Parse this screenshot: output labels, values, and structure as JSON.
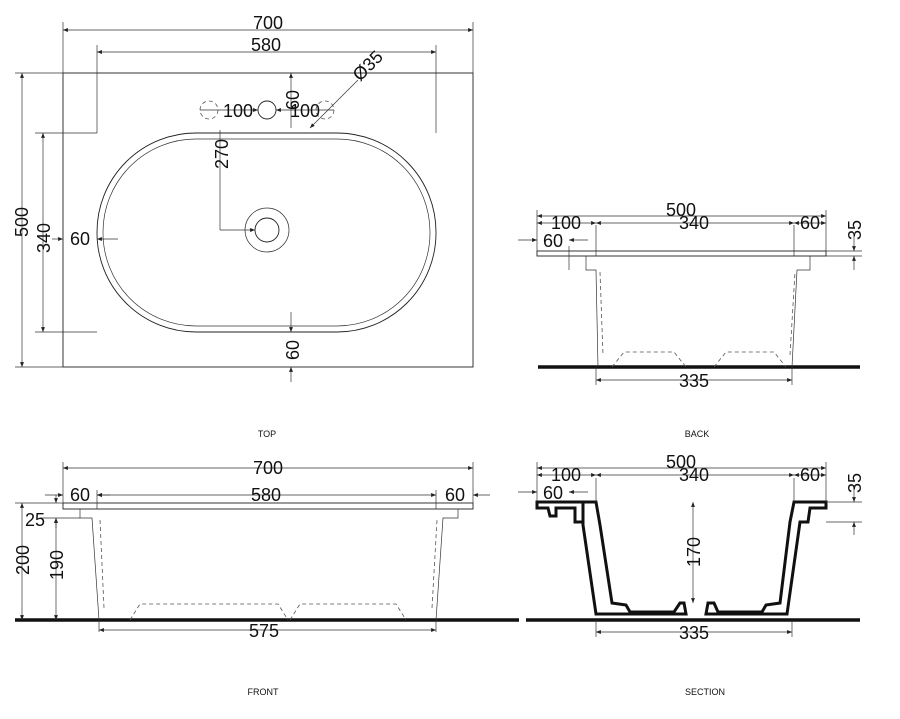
{
  "views": {
    "top": {
      "caption": "TOP",
      "dims": [
        "700",
        "580",
        "60",
        "Ø35",
        "100",
        "100",
        "270",
        "500",
        "340",
        "60",
        "60"
      ]
    },
    "back": {
      "caption": "BACK",
      "dims": [
        "500",
        "100",
        "340",
        "60",
        "35",
        "60",
        "335"
      ]
    },
    "front": {
      "caption": "FRONT",
      "dims": [
        "700",
        "60",
        "580",
        "60",
        "25",
        "200",
        "190",
        "575"
      ]
    },
    "section": {
      "caption": "SECTION",
      "dims": [
        "500",
        "100",
        "340",
        "60",
        "35",
        "60",
        "170",
        "335"
      ]
    }
  }
}
